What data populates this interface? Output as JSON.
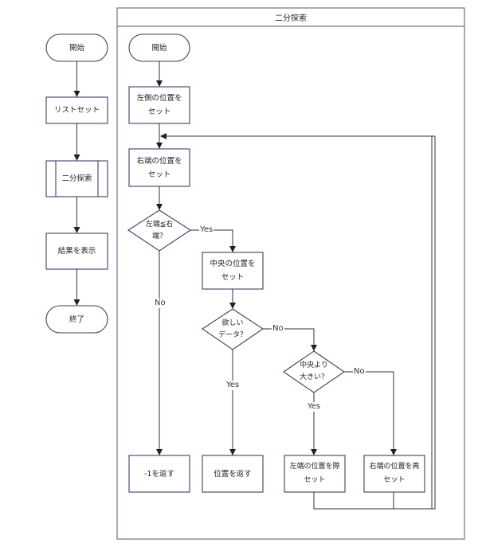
{
  "main_flow": {
    "start": "開始",
    "list_set": "リストセット",
    "subprocess": "二分探索",
    "show_result": "結果を表示",
    "end": "終了"
  },
  "subroutine": {
    "title": "二分探索",
    "start": "開始",
    "set_left": "左側の位置を\nセット",
    "set_right": "右端の位置を\nセット",
    "cond_left_le_right": "左端≦右\n端？",
    "set_middle": "中央の位置を\nセット",
    "cond_found": "欲しい\nデータ？",
    "cond_greater": "中央より\n大きい？",
    "return_minus_one": "-1を返す",
    "return_position": "位置を返す",
    "reset_left": "左端の位置を際\nセット",
    "reset_right": "右端の位置を再\nセット"
  },
  "edge_labels": {
    "yes": "Yes",
    "no": "No"
  },
  "colors": {
    "shape_stroke": "#3a4266",
    "line": "#333333",
    "frame_stroke": "#6e7391"
  }
}
